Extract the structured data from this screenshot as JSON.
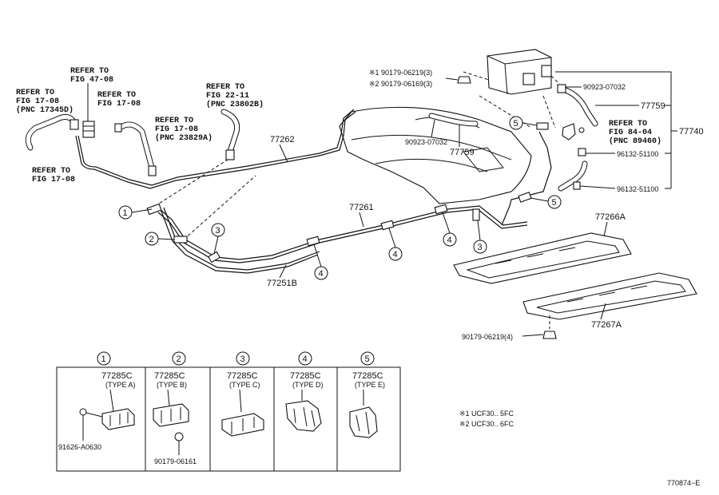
{
  "refs": {
    "r1": [
      "REFER TO",
      "FIG 17-08",
      "(PNC 17345D)"
    ],
    "r2": [
      "REFER TO",
      "FIG 47-08"
    ],
    "r3": [
      "REFER TO",
      "FIG 17-08"
    ],
    "r4": [
      "REFER TO",
      "FIG 17-08",
      "(PNC 23829A)"
    ],
    "r5": [
      "REFER TO",
      "FIG 22-11",
      "(PNC 23802B)"
    ],
    "r6": [
      "REFER TO",
      "FIG 17-08"
    ],
    "r7": [
      "REFER TO",
      "FIG 84-04",
      "(PNC 89460)"
    ]
  },
  "parts": {
    "p77262": "77262",
    "p77261": "77261",
    "p77251B": "77251B",
    "p90923a": "90923-07032",
    "p90923b": "90923-07032",
    "p77759a": "77759",
    "p77759b": "77759",
    "p77740": "77740",
    "p96132a": "96132-51100",
    "p96132b": "96132-51100",
    "p77266A": "77266A",
    "p77267A": "77267A",
    "p90179_4": "90179-06219(4)",
    "note_a": "※1 90179-06219(3)",
    "note_b": "※2 90179-06169(3)"
  },
  "callouts": [
    "1",
    "2",
    "3",
    "4",
    "5"
  ],
  "clamps": [
    {
      "num": "1",
      "part": "77285C",
      "type": "(TYPE A)",
      "extra": "91626-A0630"
    },
    {
      "num": "2",
      "part": "77285C",
      "type": "(TYPE B)",
      "extra": "90179-06161"
    },
    {
      "num": "3",
      "part": "77285C",
      "type": "(TYPE C)",
      "extra": ""
    },
    {
      "num": "4",
      "part": "77285C",
      "type": "(TYPE D)",
      "extra": ""
    },
    {
      "num": "5",
      "part": "77285C",
      "type": "(TYPE E)",
      "extra": ""
    }
  ],
  "footnotes": [
    "※1  UCF30.. 5FC",
    "※2  UCF30.. 6FC"
  ],
  "figure_code": "770874−E"
}
